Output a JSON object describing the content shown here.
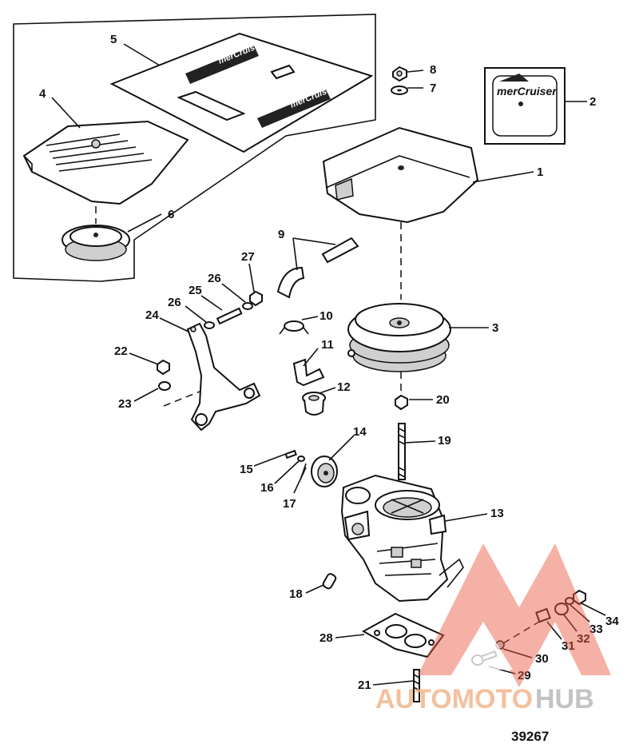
{
  "diagram": {
    "figure_number": "39267",
    "brand_text": "merCruiser",
    "callouts": {
      "c1": "1",
      "c2": "2",
      "c3": "3",
      "c4": "4",
      "c5": "5",
      "c6": "6",
      "c7": "7",
      "c8": "8",
      "c9": "9",
      "c10": "10",
      "c11": "11",
      "c12": "12",
      "c13": "13",
      "c14": "14",
      "c15": "15",
      "c16": "16",
      "c17": "17",
      "c18": "18",
      "c19": "19",
      "c20": "20",
      "c21": "21",
      "c22": "22",
      "c23": "23",
      "c24": "24",
      "c25": "25",
      "c26a": "26",
      "c26b": "26",
      "c27": "27",
      "c28": "28",
      "c29": "29",
      "c30": "30",
      "c31": "31",
      "c32": "32",
      "c33": "33",
      "c34": "34"
    }
  },
  "watermark": {
    "part1": "AUTOMOTO",
    "part2": "HUB",
    "accent_color": "#e9573f",
    "gray_color": "#9a9a9a"
  }
}
